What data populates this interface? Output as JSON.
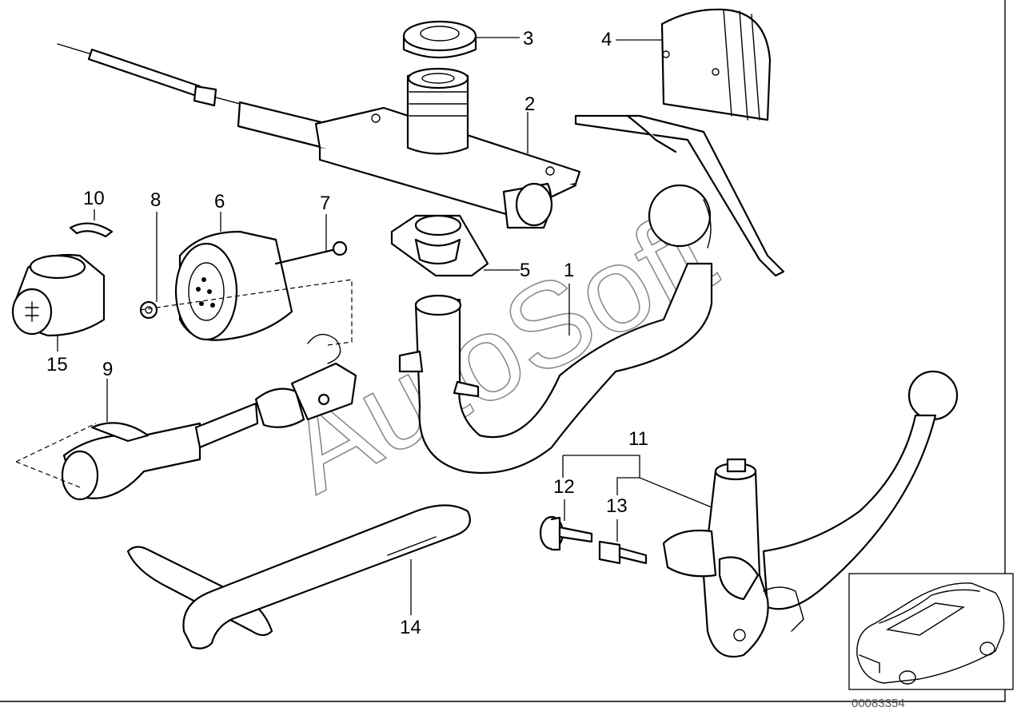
{
  "labels": [
    {
      "id": "1",
      "text": "1"
    },
    {
      "id": "2",
      "text": "2"
    },
    {
      "id": "3",
      "text": "3"
    },
    {
      "id": "4",
      "text": "4"
    },
    {
      "id": "5",
      "text": "5"
    },
    {
      "id": "6",
      "text": "6"
    },
    {
      "id": "7",
      "text": "7"
    },
    {
      "id": "8",
      "text": "8"
    },
    {
      "id": "9",
      "text": "9"
    },
    {
      "id": "10",
      "text": "10"
    },
    {
      "id": "11",
      "text": "11"
    },
    {
      "id": "12",
      "text": "12"
    },
    {
      "id": "13",
      "text": "13"
    },
    {
      "id": "14",
      "text": "14"
    },
    {
      "id": "15",
      "text": "15"
    }
  ],
  "watermark": "AutoSoft",
  "diagram_code": "00083354",
  "colors": {
    "line": "#000000",
    "background": "#ffffff",
    "watermark": "#8a8a8a"
  }
}
